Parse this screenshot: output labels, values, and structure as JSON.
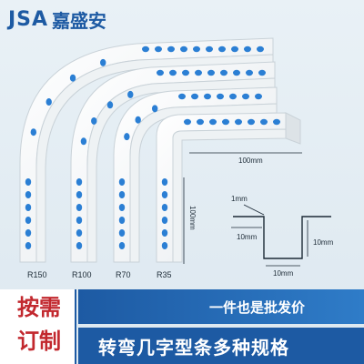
{
  "brand": {
    "latin": "JSA",
    "chinese": "嘉盛安"
  },
  "products": {
    "radii": [
      {
        "label": "R150"
      },
      {
        "label": "R100"
      },
      {
        "label": "R70"
      },
      {
        "label": "R35"
      }
    ]
  },
  "dimensions": {
    "horizontal_length": "100mm",
    "vertical_length": "100mm",
    "thickness": "1mm",
    "flange_left": "10mm",
    "channel_depth": "10mm",
    "channel_width": "10mm"
  },
  "banner": {
    "custom_line1": "按需",
    "custom_line2": "订制",
    "price_note": "一件也是批发价",
    "spec_note": "转弯几字型条多种规格"
  },
  "colors": {
    "brand_blue": "#1d5aa3",
    "accent_red": "#c2282e",
    "strip_white": "#f7f8f8",
    "hole_blue": "#2b7fd4"
  }
}
